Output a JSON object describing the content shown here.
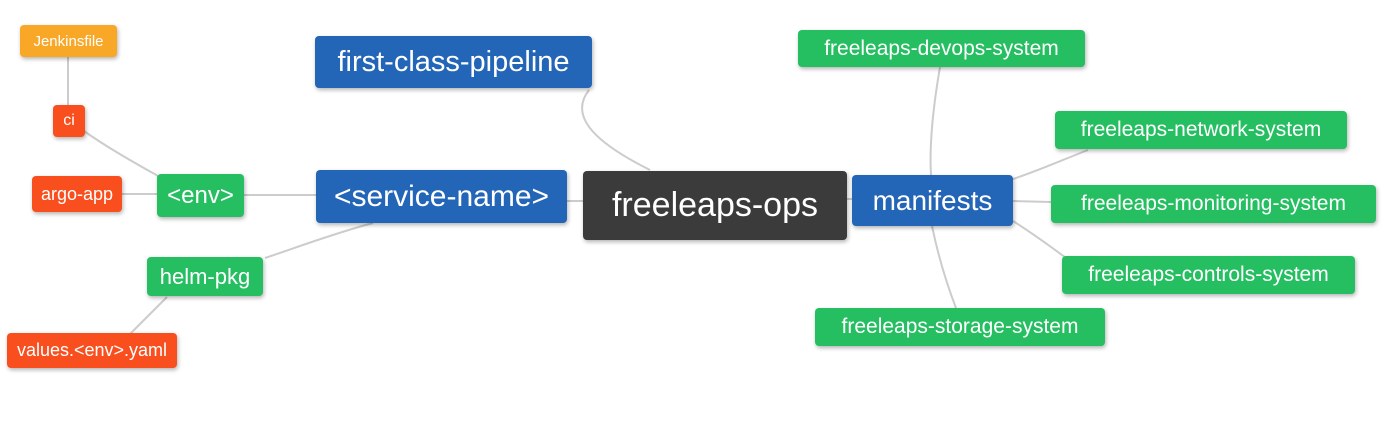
{
  "palette": {
    "blue": "#2365b6",
    "green": "#25bf62",
    "red": "#f94e1d",
    "amber": "#f9a727",
    "dark": "#3b3b3b",
    "edge": "#cccccc",
    "background": "#ffffff"
  },
  "nodes": [
    {
      "id": "jenkinsfile",
      "label": "Jenkinsfile"
    },
    {
      "id": "ci",
      "label": "ci"
    },
    {
      "id": "argo-app",
      "label": "argo-app"
    },
    {
      "id": "env",
      "label": "<env>"
    },
    {
      "id": "helm-pkg",
      "label": "helm-pkg"
    },
    {
      "id": "values-env-yaml",
      "label": "values.<env>.yaml"
    },
    {
      "id": "first-class-pipeline",
      "label": "first-class-pipeline"
    },
    {
      "id": "service-name",
      "label": "<service-name>"
    },
    {
      "id": "freeleaps-ops",
      "label": "freeleaps-ops"
    },
    {
      "id": "manifests",
      "label": "manifests"
    },
    {
      "id": "freeleaps-devops-system",
      "label": "freeleaps-devops-system"
    },
    {
      "id": "freeleaps-network-system",
      "label": "freeleaps-network-system"
    },
    {
      "id": "freeleaps-monitoring-system",
      "label": "freeleaps-monitoring-system"
    },
    {
      "id": "freeleaps-controls-system",
      "label": "freeleaps-controls-system"
    },
    {
      "id": "freeleaps-storage-system",
      "label": "freeleaps-storage-system"
    }
  ],
  "edges": [
    {
      "from": "jenkinsfile",
      "to": "ci"
    },
    {
      "from": "ci",
      "to": "env"
    },
    {
      "from": "argo-app",
      "to": "env"
    },
    {
      "from": "env",
      "to": "service-name"
    },
    {
      "from": "helm-pkg",
      "to": "service-name"
    },
    {
      "from": "values-env-yaml",
      "to": "helm-pkg"
    },
    {
      "from": "first-class-pipeline",
      "to": "freeleaps-ops"
    },
    {
      "from": "service-name",
      "to": "freeleaps-ops"
    },
    {
      "from": "freeleaps-ops",
      "to": "manifests"
    },
    {
      "from": "manifests",
      "to": "freeleaps-devops-system"
    },
    {
      "from": "manifests",
      "to": "freeleaps-network-system"
    },
    {
      "from": "manifests",
      "to": "freeleaps-monitoring-system"
    },
    {
      "from": "manifests",
      "to": "freeleaps-controls-system"
    },
    {
      "from": "manifests",
      "to": "freeleaps-storage-system"
    }
  ]
}
